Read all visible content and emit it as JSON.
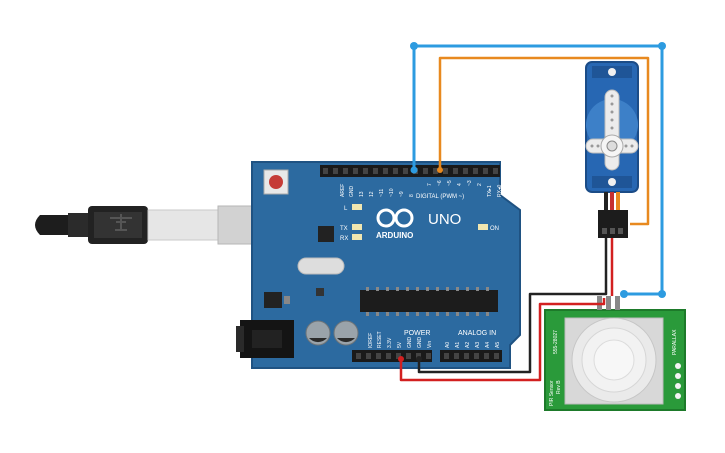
{
  "arduino": {
    "brand": "ARDUINO",
    "model": "UNO",
    "on_label": "ON",
    "l_label": "L",
    "tx_label": "TX",
    "rx_label": "RX",
    "digital_label": "DIGITAL (PWM ~)",
    "power_label": "POWER",
    "analog_label": "ANALOG IN",
    "top_pins": [
      "AREF",
      "GND",
      "13",
      "12",
      "~11",
      "~10",
      "~9",
      "8",
      "7",
      "~6",
      "~5",
      "4",
      "~3",
      "2",
      "TX▸1",
      "RX◂0"
    ],
    "power_pins": [
      "IOREF",
      "RESET",
      "3.3V",
      "5V",
      "GND",
      "GND",
      "Vin"
    ],
    "analog_pins": [
      "A0",
      "A1",
      "A2",
      "A3",
      "A4",
      "A5"
    ]
  },
  "pir": {
    "left_text_1": "PIR Sensor",
    "left_text_2": "Rev B",
    "top_text": "555-28027",
    "right_text": "PARALLAX"
  },
  "colors": {
    "board": "#2c6aa0",
    "board_edge": "#1f5282",
    "wire_signal_servo": "#e8891f",
    "wire_signal_pir": "#2d9be0",
    "wire_power": "#d22020",
    "wire_ground": "#222222",
    "pir_board": "#2a9a3a",
    "servo_body": "#2767b3"
  }
}
